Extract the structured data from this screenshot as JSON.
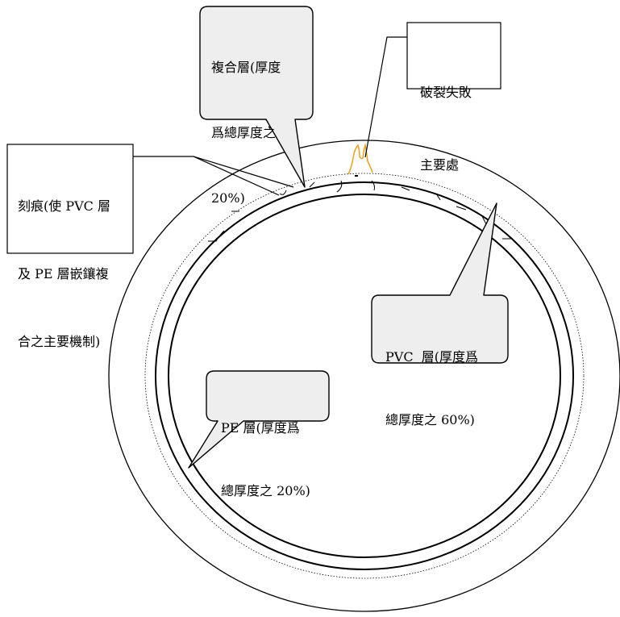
{
  "labels": {
    "composite_layer": [
      "複合層(厚度",
      "爲總厚度之",
      "20%)"
    ],
    "fracture_point": [
      "破裂失敗",
      "主要處"
    ],
    "notch": [
      "刻痕(使 PVC 層",
      "及 PE 層嵌鑲複",
      "合之主要機制)"
    ],
    "pvc_layer": [
      "PVC  層(厚度爲",
      "總厚度之 60%)"
    ],
    "pe_layer": [
      "PE 層(厚度爲",
      "總厚度之 20%)"
    ]
  },
  "colors": {
    "stroke": "#000000",
    "callout_fill": "#eeeeee",
    "crack": "#e8a020"
  }
}
